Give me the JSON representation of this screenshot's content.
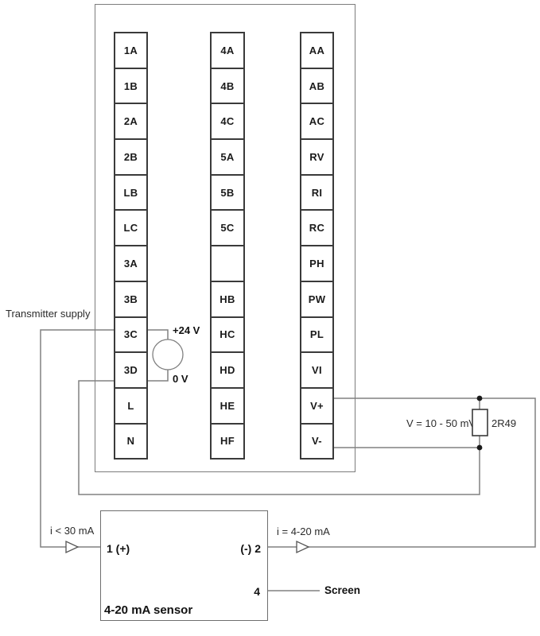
{
  "device": {
    "columns": [
      {
        "id": "left",
        "cells": [
          "1A",
          "1B",
          "2A",
          "2B",
          "LB",
          "LC",
          "3A",
          "3B",
          "3C",
          "3D",
          "L",
          "N"
        ]
      },
      {
        "id": "middle",
        "cells": [
          "4A",
          "4B",
          "4C",
          "5A",
          "5B",
          "5C",
          "",
          "HB",
          "HC",
          "HD",
          "HE",
          "HF"
        ]
      },
      {
        "id": "right",
        "cells": [
          "AA",
          "AB",
          "AC",
          "RV",
          "RI",
          "RC",
          "PH",
          "PW",
          "PL",
          "VI",
          "V+",
          "V-"
        ]
      }
    ]
  },
  "supply": {
    "label": "Transmitter supply",
    "positive": "+24 V",
    "zero": "0 V"
  },
  "measurement": {
    "voltage_range": "V = 10 - 50 mV",
    "resistor": "2R49"
  },
  "currents": {
    "input": "i < 30 mA",
    "output": "i = 4-20 mA"
  },
  "sensor": {
    "name": "4-20 mA sensor",
    "terminal_1": "1 (+)",
    "terminal_2": "(-) 2",
    "terminal_4": "4",
    "screen": "Screen"
  },
  "colors": {
    "wire": "#808080",
    "terminal_border": "#3a3a3a",
    "outline": "#7d7d7d",
    "text": "#1a1a1a",
    "background": "#ffffff"
  }
}
